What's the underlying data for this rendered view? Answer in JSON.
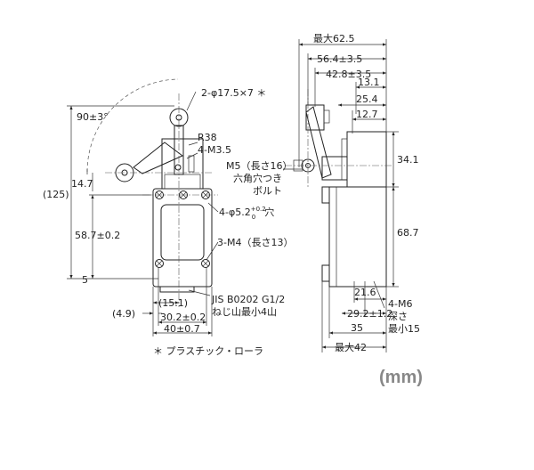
{
  "unit": "(mm)",
  "footnote": "＊ プラスチック・ローラ",
  "front": {
    "roller": "2-φ17.5×7 ＊",
    "angle": "90±3°",
    "radius": "R38",
    "screw_top": "4-M3.5",
    "dim_14_7": "14.7",
    "dim_125": "(125)",
    "hole": "4-φ5.2",
    "hole_tol_up": "+0.2",
    "hole_tol_dn": "0",
    "hole_suffix": "穴",
    "dim_58_7": "58.7±0.2",
    "screw_body": "3-M4（長さ13）",
    "dim_5": "5",
    "dim_15_1": "(15.1)",
    "dim_4_9": "(4.9)",
    "dim_30_2": "30.2±0.2",
    "dim_40": "40±0.7",
    "jis_line1": "JIS B0202 G1/2",
    "jis_line2": "ねじ山最小4山"
  },
  "side": {
    "max_62_5": "最大62.5",
    "dim_56_4": "56.4±3.5",
    "dim_42_8": "42.8±3.5",
    "dim_13_1": "13.1",
    "dim_25_4": "25.4",
    "dim_12_7": "12.7",
    "m5_line1": "M5（長さ16）",
    "m5_line2": "六角穴つき",
    "m5_line3": "ボルト",
    "dim_34_1": "34.1",
    "dim_68_7": "68.7",
    "dim_21_6": "21.6",
    "dim_29_2": "29.2±1.2",
    "dim_35": "35",
    "max_42": "最大42",
    "m6_line1": "4-M6",
    "m6_line2": "深さ",
    "m6_line3": "最小15"
  }
}
